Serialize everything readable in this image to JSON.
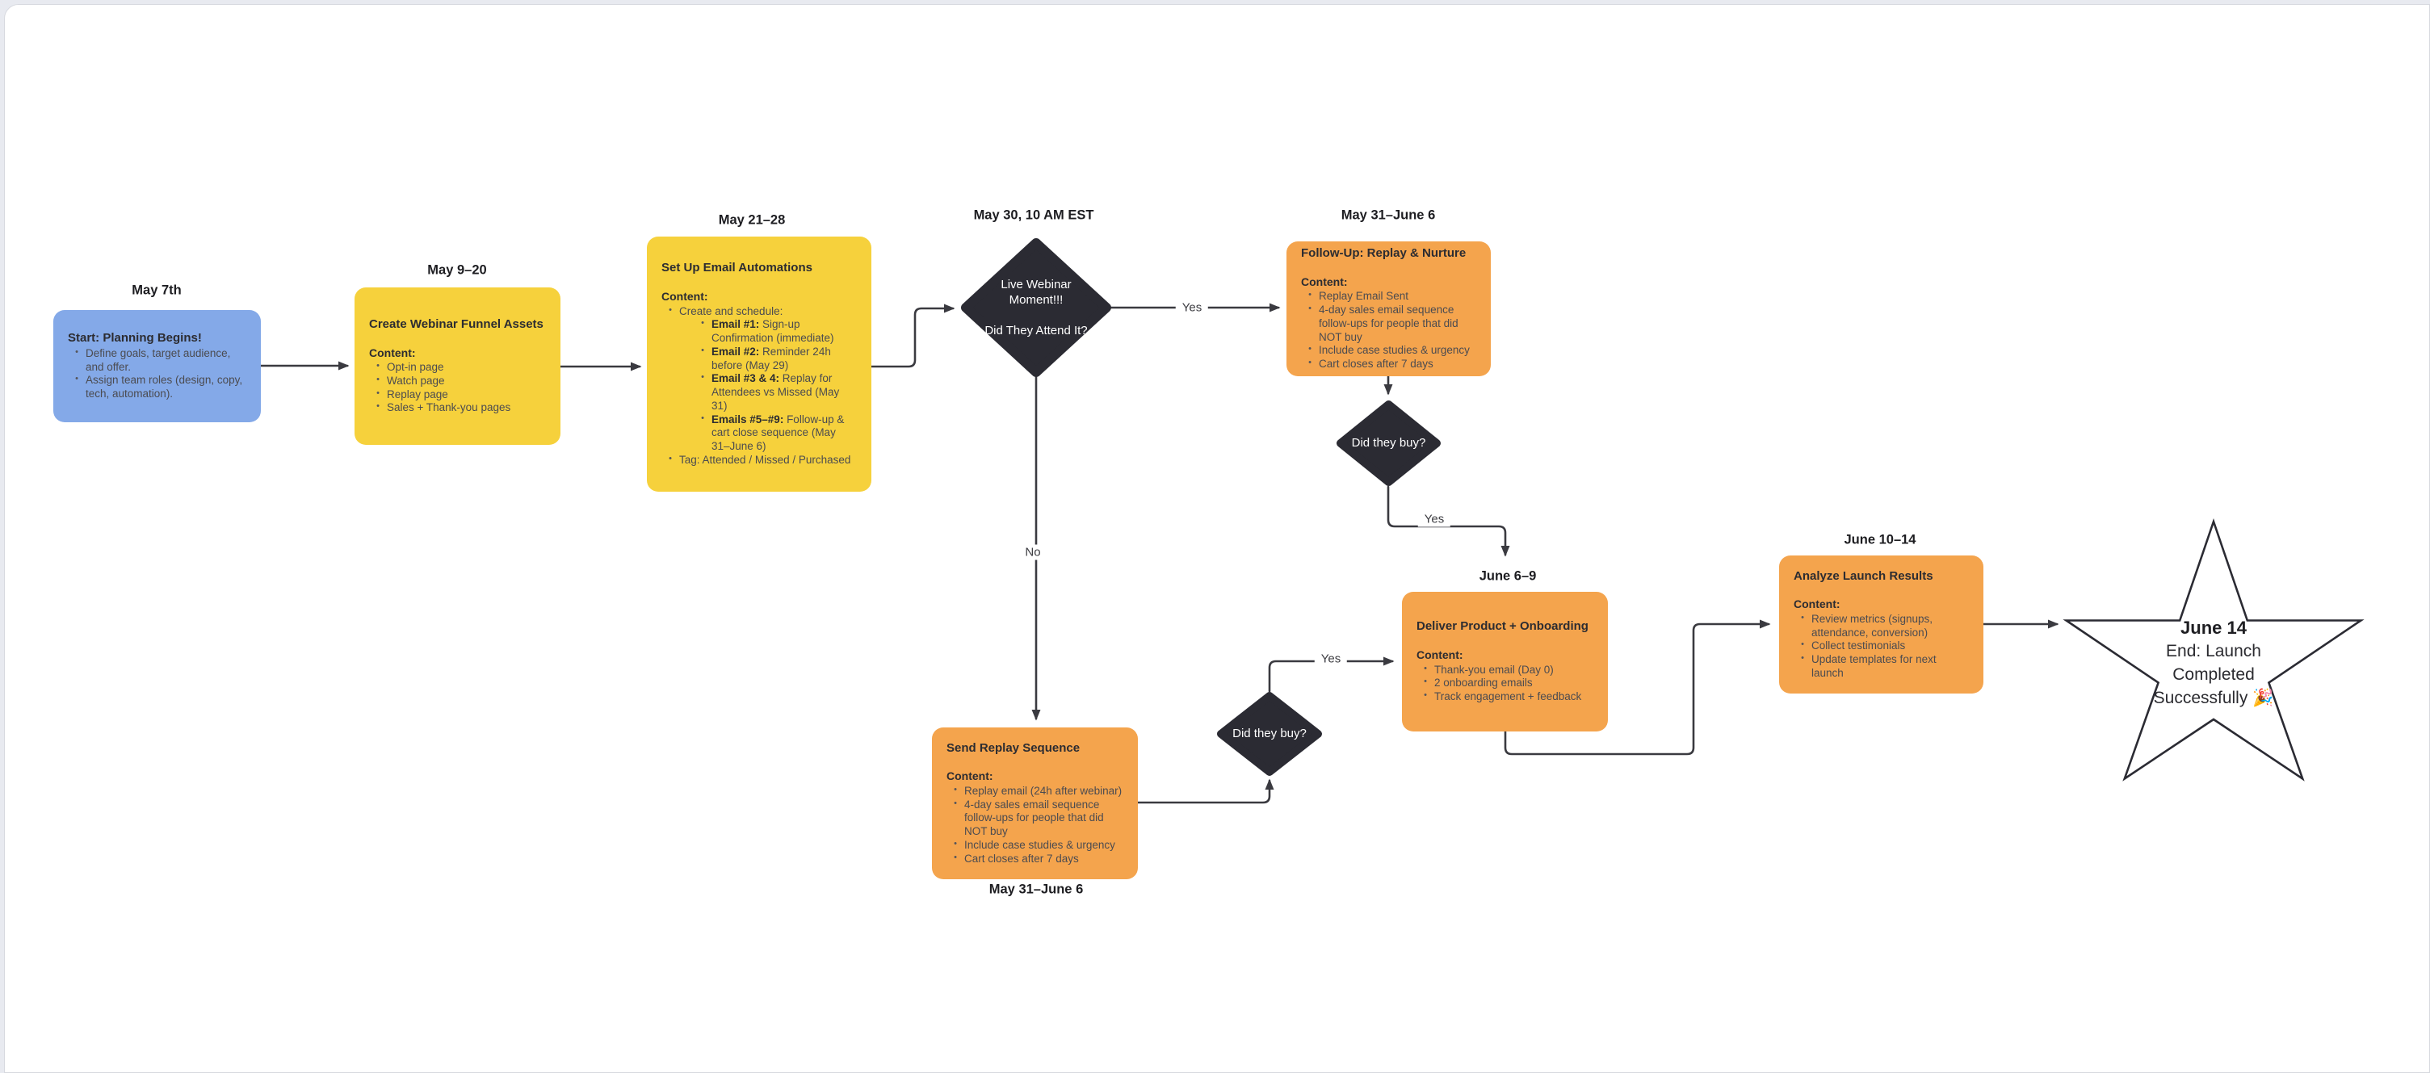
{
  "colors": {
    "blue": "#84A9E8",
    "yellow": "#F6D13C",
    "orange": "#F4A44D",
    "dark": "#2B2B33",
    "line": "#3A3A40",
    "canvas": "#FFFFFF",
    "page_edge": "#E8EAF0"
  },
  "nodes": {
    "planning": {
      "label": "May 7th",
      "title": "Start: Planning Begins!",
      "bullets": [
        {
          "text": "Define goals, target audience, and offer."
        },
        {
          "text": "Assign team roles (design, copy, tech, automation)."
        }
      ]
    },
    "funnel_assets": {
      "label": "May 9–20",
      "title": "Create Webinar Funnel Assets",
      "subtitle": "Content:",
      "bullets": [
        {
          "text": "Opt-in page"
        },
        {
          "text": "Watch page"
        },
        {
          "text": "Replay page"
        },
        {
          "text": "Sales + Thank-you pages"
        }
      ]
    },
    "email_automations": {
      "label": "May 21–28",
      "title": "Set Up Email Automations",
      "subtitle": "Content:",
      "bullets": [
        {
          "text": "Create and schedule:"
        },
        {
          "bold": "Email #1:",
          "text": " Sign-up Confirmation (immediate)",
          "level": 2
        },
        {
          "bold": "Email #2:",
          "text": " Reminder 24h before (May 29)",
          "level": 2
        },
        {
          "bold": "Email #3 & 4:",
          "text": " Replay for Attendees vs Missed (May 31)",
          "level": 2
        },
        {
          "bold": "Emails #5–#9:",
          "text": " Follow-up & cart close sequence (May 31–June 6)",
          "level": 2
        },
        {
          "text": "Tag: Attended / Missed / Purchased"
        }
      ]
    },
    "webinar_decision": {
      "label": "May 30, 10 AM EST",
      "lines": [
        "Live Webinar Moment!!!",
        "Did They Attend It?"
      ]
    },
    "followup": {
      "label": "May 31–June 6",
      "title": "Follow-Up: Replay & Nurture",
      "subtitle": "Content:",
      "bullets": [
        {
          "text": "Replay Email Sent"
        },
        {
          "text": "4-day sales email sequence follow-ups for people that did NOT buy"
        },
        {
          "text": "Include case studies & urgency"
        },
        {
          "text": "Cart closes after 7 days"
        }
      ]
    },
    "buy_decision_1": {
      "text": "Did they buy?"
    },
    "deliver": {
      "label": "June 6–9",
      "title": "Deliver Product + Onboarding",
      "subtitle": "Content:",
      "bullets": [
        {
          "text": "Thank-you email (Day 0)"
        },
        {
          "text": "2 onboarding emails"
        },
        {
          "text": "Track engagement + feedback"
        }
      ]
    },
    "analyze": {
      "label": "June 10–14",
      "title": "Analyze Launch Results",
      "subtitle": "Content:",
      "bullets": [
        {
          "text": "Review metrics (signups, attendance, conversion)"
        },
        {
          "text": "Collect testimonials"
        },
        {
          "text": "Update templates for next launch"
        }
      ]
    },
    "send_replay": {
      "label": "May 31–June 6",
      "title": "Send Replay Sequence",
      "subtitle": "Content:",
      "bullets": [
        {
          "text": "Replay email (24h after webinar)"
        },
        {
          "text": "4-day sales email sequence follow-ups for people that did NOT buy"
        },
        {
          "text": "Include case studies & urgency"
        },
        {
          "text": "Cart closes after 7 days"
        }
      ]
    },
    "buy_decision_2": {
      "text": "Did they buy?"
    },
    "end_star": {
      "title": "June 14",
      "lines": [
        "End: Launch",
        "Completed",
        "Successfully 🎉"
      ]
    }
  },
  "edges": {
    "attend_yes": "Yes",
    "attend_no": "No",
    "buy1_yes": "Yes",
    "buy2_yes": "Yes"
  }
}
